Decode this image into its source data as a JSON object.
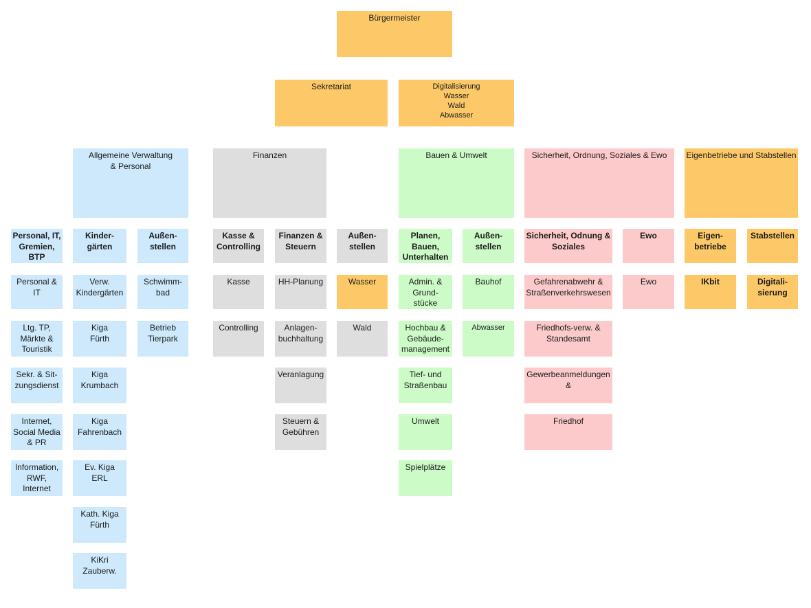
{
  "colors": {
    "yellow": "#fdc968",
    "blue": "#cde9fb",
    "grey": "#dedede",
    "green": "#ccfbc7",
    "pink": "#fccaca"
  },
  "top": {
    "mayor": "Bürgermeister",
    "secretariat": "Sekretariat",
    "digital_water": "Digitalisierung\nWasser\nWald\nAbwasser"
  },
  "departments": {
    "admin": "Allgemeine Verwaltung\n& Personal",
    "finance": "Finanzen",
    "building": "Bauen & Umwelt",
    "safety": "Sicherheit, Ordnung, Soziales & Ewo",
    "enterprises": "Eigenbetriebe und Stabstellen"
  },
  "admin": {
    "h_personal": "Personal, IT,\nGremien,\nBTP",
    "h_kinder": "Kinder-\ngärten",
    "h_aussen": "Außen-\nstellen",
    "personal_items": [
      "Personal &\nIT",
      "Ltg. TP,\nMärkte &\nTouristik",
      "Sekr. & Sit-\nzungsdienst",
      "Internet,\nSocial Media\n& PR",
      "Information,\nRWF,\nInternet"
    ],
    "kinder_items": [
      "Verw.\nKindergärten",
      "Kiga\nFürth",
      "Kiga\nKrumbach",
      "Kiga\nFahrenbach",
      "Ev. Kiga\nERL",
      "Kath. Kiga\nFürth",
      "KiKri\nZauberw."
    ],
    "aussen_items": [
      "Schwimm-\nbad",
      "Betrieb\nTierpark"
    ]
  },
  "finance": {
    "h_kasse": "Kasse &\nControlling",
    "h_finanzen": "Finanzen &\nSteuern",
    "h_aussen": "Außen-\nstellen",
    "kasse_items": [
      "Kasse",
      "Controlling"
    ],
    "finanzen_items": [
      "HH-Planung",
      "Anlagen-\nbuchhaltung",
      "Veranlagung",
      "Steuern &\nGebühren"
    ],
    "aussen_items": [
      "Wasser",
      "Wald"
    ]
  },
  "building": {
    "h_planen": "Planen,\nBauen,\nUnterhalten",
    "h_aussen": "Außen-\nstellen",
    "planen_items": [
      "Admin. &\nGrund-\nstücke",
      "Hochbau &\nGebäude-\nmanagement",
      "Tief- und\nStraßenbau",
      "Umwelt",
      "Spielplätze"
    ],
    "aussen_items": [
      "Bauhof",
      "Abwasser"
    ]
  },
  "safety": {
    "h_sicherheit": "Sicherheit, Odnung &\nSoziales",
    "h_ewo": "Ewo",
    "sicherheit_items": [
      "Gefahrenabwehr &\nStraßenverkehrswesen",
      "Friedhofs-verw. &\nStandesamt",
      "Gewerbeanmeldungen\n&",
      "Friedhof"
    ],
    "ewo_items": [
      "Ewo"
    ]
  },
  "enterprises": {
    "h_eigen": "Eigen-\nbetriebe",
    "h_stab": "Stabstellen",
    "eigen_items": [
      "IKbit"
    ],
    "stab_items": [
      "Digitali-\nsierung"
    ]
  }
}
